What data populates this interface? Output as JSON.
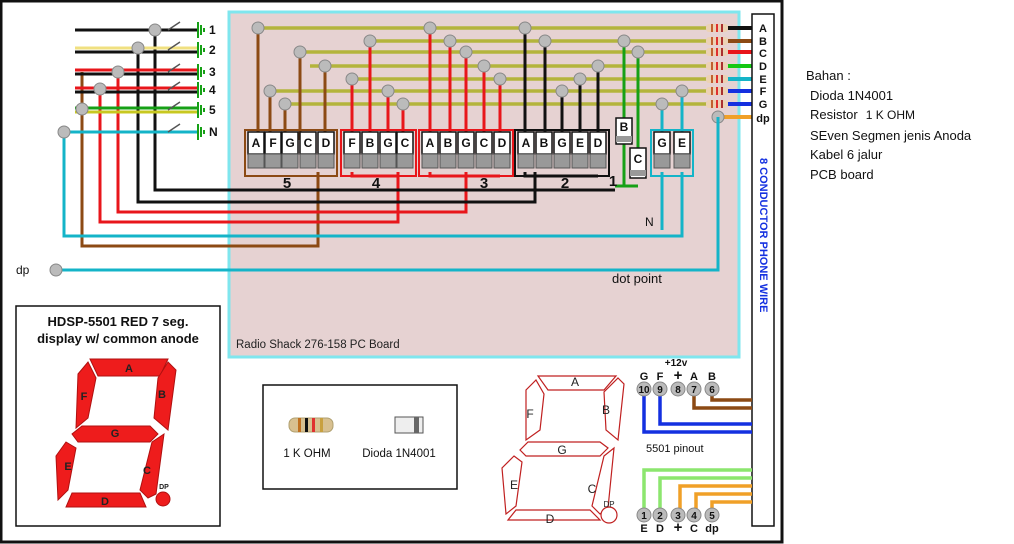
{
  "switch_labels": [
    "1",
    "2",
    "3",
    "4",
    "5",
    "N"
  ],
  "connector_labels": [
    "A",
    "B",
    "C",
    "D",
    "E",
    "F",
    "G",
    "dp"
  ],
  "phone_wire_label": "8 CONDUCTOR PHONE WIRE",
  "digit_groups": [
    {
      "number": "5",
      "pins": [
        "A",
        "F",
        "G",
        "C",
        "D"
      ]
    },
    {
      "number": "4",
      "pins": [
        "F",
        "B",
        "G",
        "C"
      ]
    },
    {
      "number": "3",
      "pins": [
        "A",
        "B",
        "G",
        "C",
        "D"
      ]
    },
    {
      "number": "2",
      "pins": [
        "A",
        "B",
        "G",
        "E",
        "D"
      ]
    },
    {
      "number": "1",
      "pins": [
        "B",
        "C"
      ]
    },
    {
      "number": "",
      "pins": [
        "G",
        "E"
      ]
    }
  ],
  "n_label": "N",
  "dp_label": "dp",
  "dot_point_label": "dot point",
  "board_label": "Radio Shack 276-158 PC Board",
  "display_title_line1": "HDSP-5501 RED 7 seg.",
  "display_title_line2": "display w/ common anode",
  "segment_letters": [
    "A",
    "B",
    "C",
    "D",
    "E",
    "F",
    "G",
    "DP"
  ],
  "legend": {
    "resistor_label": "1 K OHM",
    "diode_label": "Dioda 1N4001"
  },
  "pinout": {
    "label": "5501 pinout",
    "supply_label": "+12v",
    "top_pins": [
      {
        "name": "G",
        "num": "10"
      },
      {
        "name": "F",
        "num": "9"
      },
      {
        "name": "+",
        "num": "8"
      },
      {
        "name": "A",
        "num": "7"
      },
      {
        "name": "B",
        "num": "6"
      }
    ],
    "bottom_pins": [
      {
        "name": "E",
        "num": "1"
      },
      {
        "name": "D",
        "num": "2"
      },
      {
        "name": "+",
        "num": "3"
      },
      {
        "name": "C",
        "num": "4"
      },
      {
        "name": "dp",
        "num": "5"
      }
    ]
  },
  "materials": {
    "title": "Bahan :",
    "items": [
      "Dioda 1N4001",
      "Resistor",
      "SEven Segmen jenis Anoda",
      "Kabel 6 jalur",
      "PCB board"
    ],
    "resistor_value": "1 K OHM"
  },
  "colors": {
    "board_fill": "#e6d2d2",
    "board_border": "#7fe6ee",
    "wire_olive": "#b4b43c",
    "wire_brown": "#8c4a14",
    "wire_red": "#e8161b",
    "wire_black": "#111111",
    "wire_green": "#16a016",
    "wire_cyan": "#14b4c8",
    "wire_blue": "#1430e0",
    "wire_orange": "#f0a028",
    "segment_red": "#ee1c1c"
  }
}
